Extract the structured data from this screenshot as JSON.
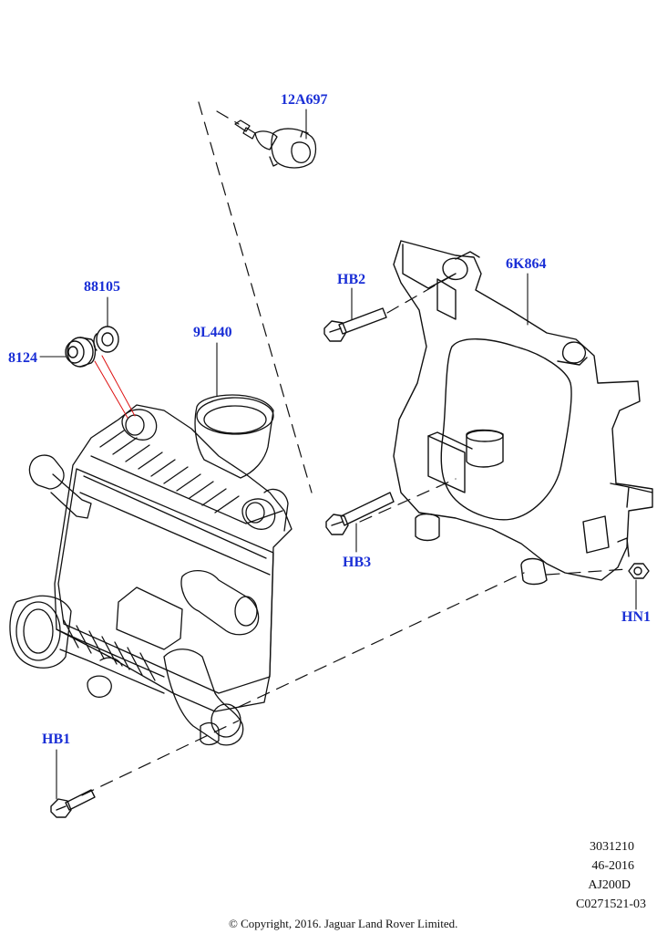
{
  "callouts": {
    "sensor": "12A697",
    "bracket": "6K864",
    "bolt_hb2": "HB2",
    "seal": "88105",
    "plug": "8124",
    "intercooler": "9L440",
    "bolt_hb3": "HB3",
    "nut_hn1": "HN1",
    "bolt_hb1": "HB1"
  },
  "reference": {
    "line1": "3031210",
    "line2": "46-2016",
    "line3": "AJ200D",
    "line4": "C0271521-03"
  },
  "copyright": "© Copyright, 2016. Jaguar Land Rover Limited.",
  "colors": {
    "callout": "#1a2fd6",
    "line": "#111111",
    "leader_red": "#d11"
  }
}
